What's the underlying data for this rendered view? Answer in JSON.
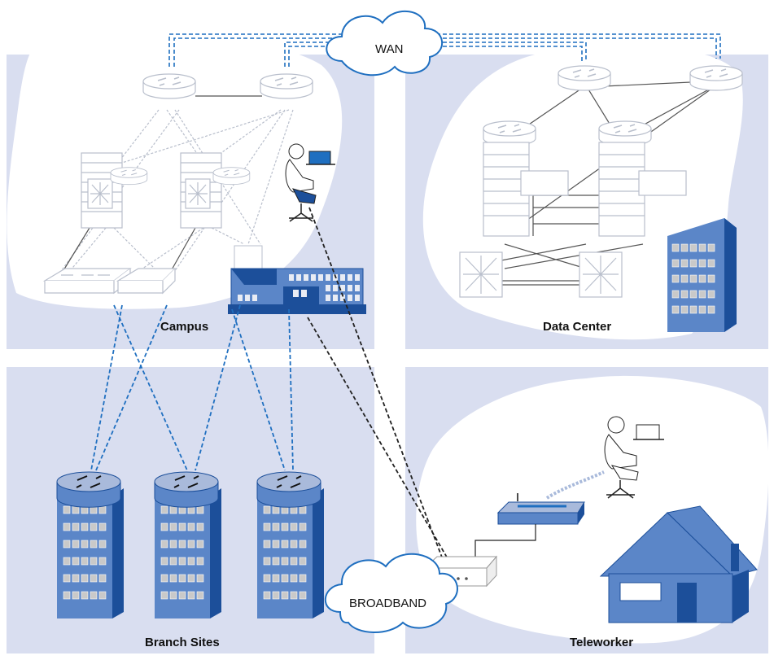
{
  "labels": {
    "wan": "WAN",
    "broadband": "BROADBAND",
    "campus": "Campus",
    "data_center": "Data Center",
    "branch_sites": "Branch Sites",
    "teleworker": "Teleworker"
  },
  "colors": {
    "region_fill": "#d9def0",
    "bubble_fill": "#ffffff",
    "building_blue": "#5b86c8",
    "building_dark": "#1c4f9a",
    "window": "#c9c9c9",
    "wan_link": "#1f6fc0",
    "broadband_link": "#222222",
    "ghost_stroke": "#b9bfcc"
  },
  "icons": {
    "router": "router-icon",
    "firewall": "firewall-icon",
    "multilayer_switch": "multilayer-switch-icon",
    "switch": "switch-icon",
    "building": "office-building-icon",
    "campus_building": "campus-building-icon",
    "house": "house-icon",
    "user": "user-at-laptop-icon",
    "cloud": "cloud-icon",
    "broadband_modem": "broadband-modem-icon",
    "wireless_router": "wireless-router-icon"
  }
}
